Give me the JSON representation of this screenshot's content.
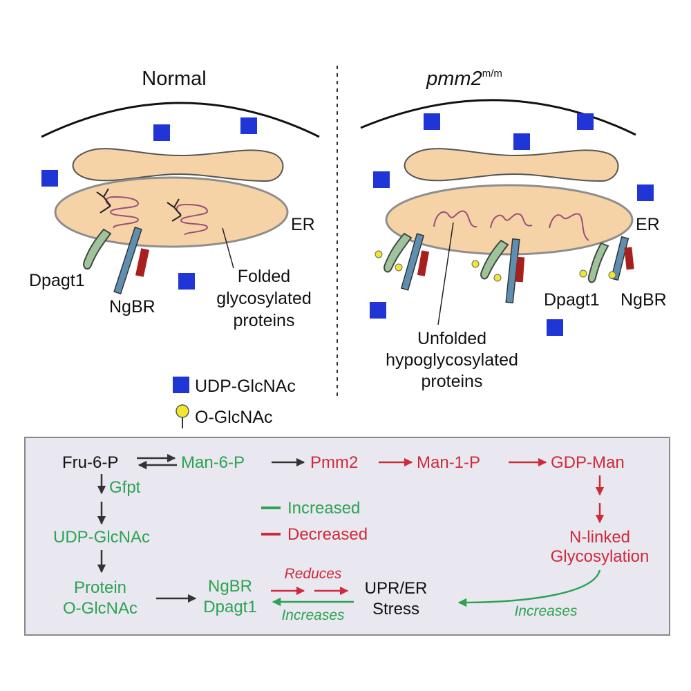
{
  "panels": {
    "normal": {
      "title": "Normal",
      "labels": {
        "er": "ER",
        "dpagt1": "Dpagt1",
        "ngbr": "NgBR",
        "folded": [
          "Folded",
          "glycosylated",
          "proteins"
        ]
      }
    },
    "mutant": {
      "title_main": "pmm2",
      "title_sup": "m/m",
      "labels": {
        "er": "ER",
        "dpagt1": "Dpagt1",
        "ngbr": "NgBR",
        "unfolded": [
          "Unfolded",
          "hypoglycosylated",
          "proteins"
        ]
      }
    }
  },
  "legend_top": {
    "udp_glcnac": "UDP-GlcNAc",
    "o_glcnac": "O-GlcNAc"
  },
  "pathway": {
    "fru6p": "Fru-6-P",
    "man6p": "Man-6-P",
    "pmm2": "Pmm2",
    "man1p": "Man-1-P",
    "gdpman": "GDP-Man",
    "gfpt": "Gfpt",
    "udp_glcnac": "UDP-GlcNAc",
    "protein_oglcnac": [
      "Protein",
      "O-GlcNAc"
    ],
    "ngbr_dpagt1": [
      "NgBR",
      "Dpagt1"
    ],
    "upr": [
      "UPR/ER",
      "Stress"
    ],
    "nlinked": [
      "N-linked",
      "Glycosylation"
    ],
    "reduces": "Reduces",
    "increases_left": "Increases",
    "increases_right": "Increases",
    "legend_increased": "Increased",
    "legend_decreased": "Decreased"
  },
  "colors": {
    "udp_square": "#1f35d6",
    "er_fill": "#f6d3a6",
    "er_stroke": "#9a9a9a",
    "increased": "#2aa352",
    "decreased": "#d02a3a",
    "box_fill": "#e9e7ef",
    "o_glcnac": "#f2e62e",
    "dpagt1": "#9ec49a",
    "ngbr": "#5f8fb0",
    "ngbr_partner": "#a8201e"
  }
}
